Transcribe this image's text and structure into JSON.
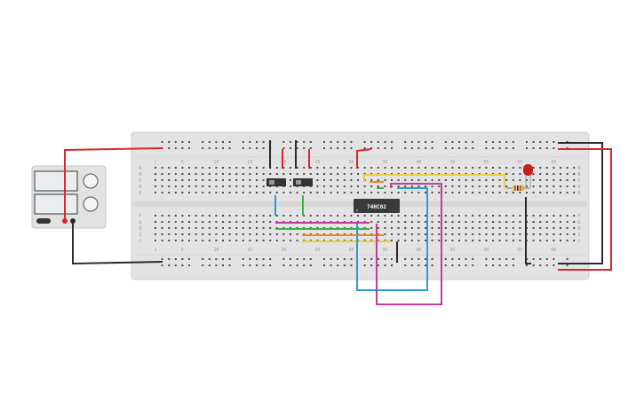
{
  "chip": {
    "label": "74HC02"
  },
  "breadboard": {
    "column_numbers": [
      "1",
      "5",
      "10",
      "15",
      "20",
      "25",
      "30",
      "35",
      "40",
      "45",
      "50",
      "55",
      "60"
    ],
    "row_letters_top": [
      "A",
      "B",
      "C",
      "D",
      "E"
    ],
    "row_letters_bottom": [
      "F",
      "G",
      "H",
      "I",
      "J"
    ]
  },
  "colors": {
    "red": "#d9262c",
    "black": "#2b2b2b",
    "blue": "#2a9fd0",
    "green": "#3db04a",
    "magenta": "#c23c9a",
    "yellow": "#e6cf3a",
    "orange": "#f08a1c",
    "board": "#e3e3e3",
    "chip": "#3a3a3a",
    "led": "#c81f1f"
  }
}
